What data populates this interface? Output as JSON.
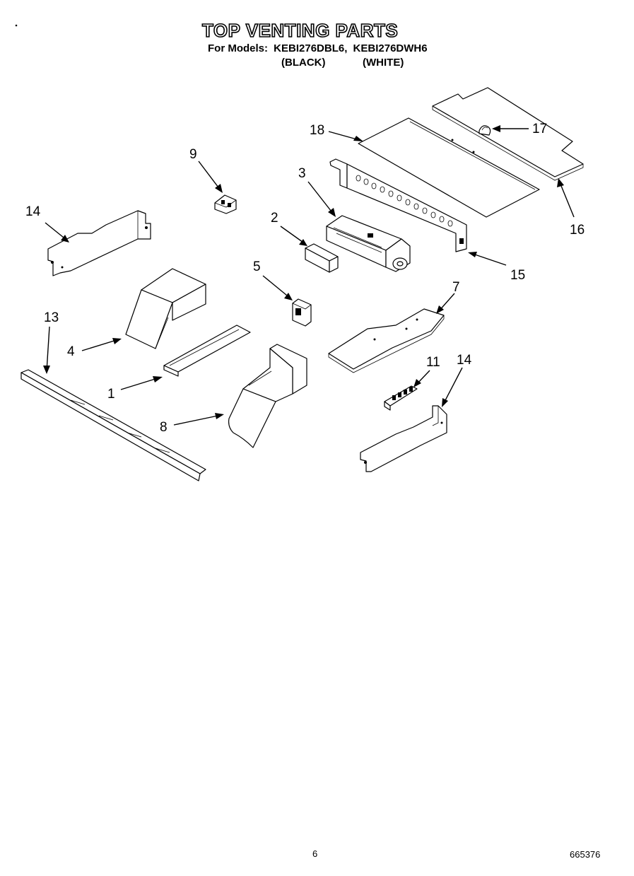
{
  "header": {
    "title": "TOP VENTING PARTS",
    "models_prefix": "For Models:",
    "model_1": "KEBI276DBL6,",
    "model_2": "KEBI276DWH6",
    "variant_1": "(BLACK)",
    "variant_2": "(WHITE)"
  },
  "callouts": {
    "c18": "18",
    "c17": "17",
    "c16": "16",
    "c9": "9",
    "c3": "3",
    "c14a": "14",
    "c2": "2",
    "c15": "15",
    "c5": "5",
    "c7": "7",
    "c13": "13",
    "c4": "4",
    "c1": "1",
    "c11": "11",
    "c14b": "14",
    "c8": "8"
  },
  "footer": {
    "page_number": "6",
    "document_number": "665376"
  }
}
